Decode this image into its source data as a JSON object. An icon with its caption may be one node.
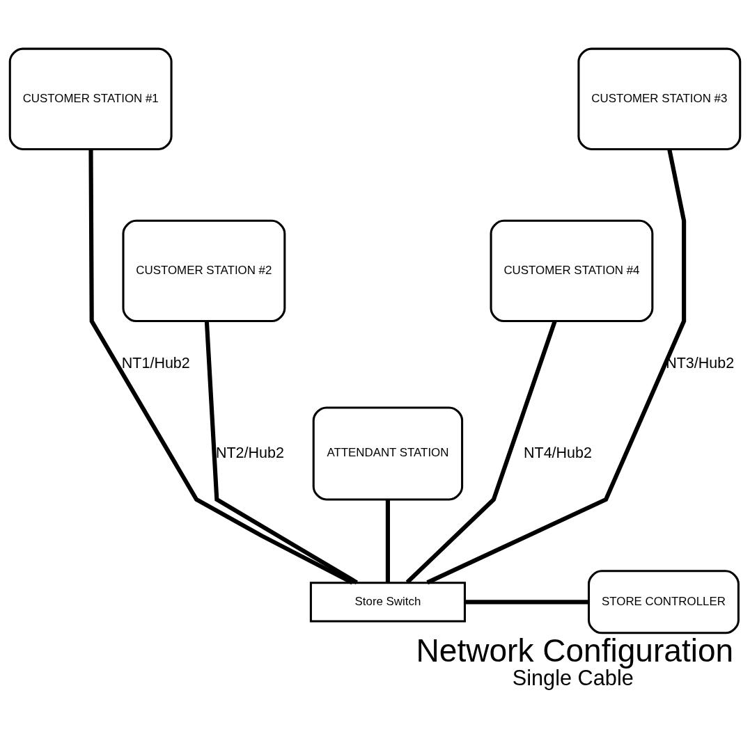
{
  "diagram": {
    "title": "Network Configuration",
    "caption": "Single Cable",
    "nodes": [
      {
        "text": [
          "CUSTOMER STATION #1"
        ]
      },
      {
        "text": [
          "CUSTOMER STATION #3"
        ]
      },
      {
        "text": [
          "CUSTOMER STATION #2"
        ]
      },
      {
        "text": [
          "CUSTOMER STATION #4"
        ]
      },
      {
        "text": [
          "ATTENDANT STATION"
        ]
      },
      {
        "text": [
          "Store Switch"
        ]
      },
      {
        "text": [
          "STORE CONTROLLER"
        ]
      }
    ],
    "edges": [
      {
        "from": 0,
        "to": 5,
        "arrow": "none",
        "label": "NT1/Hub2"
      },
      {
        "from": 2,
        "to": 5,
        "arrow": "none",
        "label": "NT2/Hub2"
      },
      {
        "from": 4,
        "to": 5,
        "arrow": "none"
      },
      {
        "from": 3,
        "to": 5,
        "arrow": "none",
        "label": "NT4/Hub2"
      },
      {
        "from": 1,
        "to": 5,
        "arrow": "none",
        "label": "NT3/Hub2"
      },
      {
        "from": 5,
        "to": 6,
        "arrow": "none"
      }
    ]
  }
}
